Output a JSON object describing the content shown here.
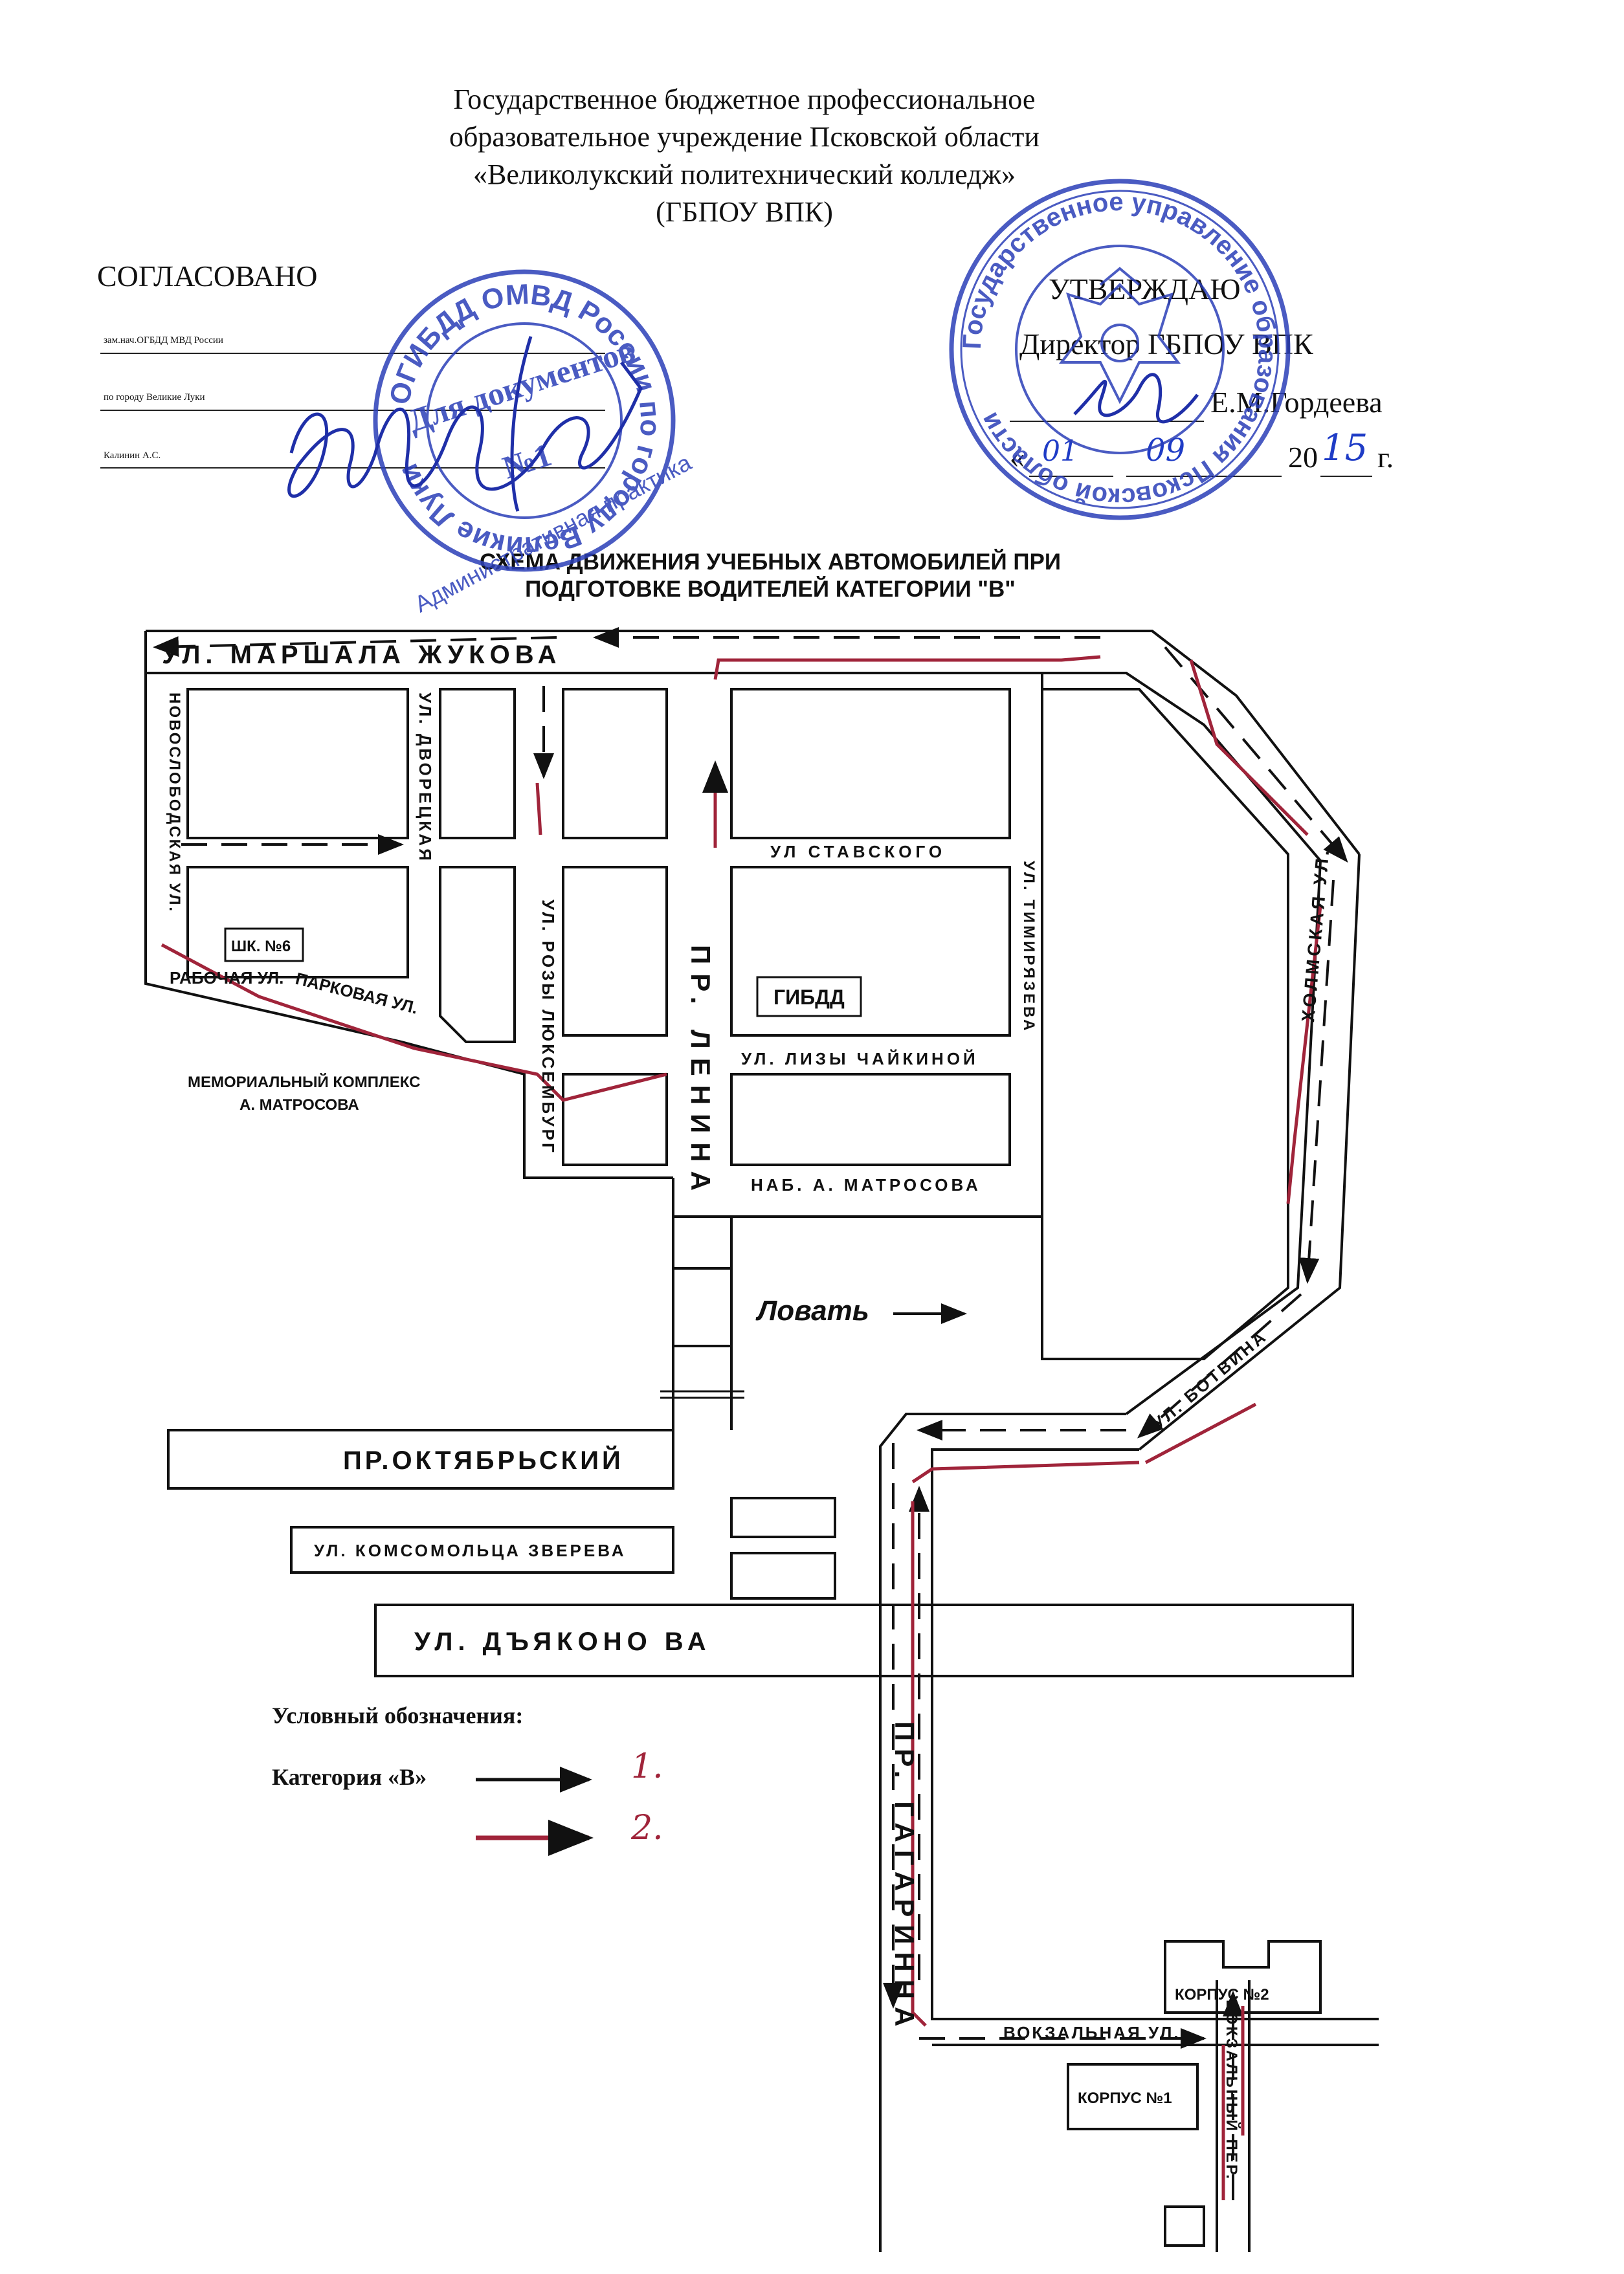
{
  "header": {
    "line1": "Государственное бюджетное профессиональное",
    "line2": "образовательное учреждение Псковской области",
    "line3": "«Великолукский политехнический колледж»",
    "line4": "(ГБПОУ ВПК)"
  },
  "agreed": {
    "label": "СОГЛАСОВАНО",
    "position1": "зам.нач.ОГБДД МВД России",
    "position2": "по городу Великие Луки",
    "name": "Калинин А.С."
  },
  "approved": {
    "label": "УТВЕРЖДАЮ",
    "position": "Директор ГБПОУ ВПК",
    "name": "Е.М.Гордеева",
    "date_prefix": "«",
    "date_day": "01",
    "date_month": "09",
    "date_year_prefix": "20",
    "date_year_suffix": "15",
    "date_suffix": "г."
  },
  "stamp_left": {
    "ring_text": "ОГИБДД ОМВД России по городу Великие Луки",
    "center_text": "Для документов",
    "number": "№1",
    "bottom_text": "Административная практика"
  },
  "stamp_right": {
    "ring_text": "Государственное управление образования Псковской области"
  },
  "map_title": {
    "line1": "СХЕМА ДВИЖЕНИЯ УЧЕБНЫХ АВТОМОБИЛЕЙ  ПРИ",
    "line2": "ПОДГОТОВКЕ ВОДИТЕЛЕЙ КАТЕГОРИИ \"В\""
  },
  "streets": {
    "zhukova": "УЛ.  МАРШАЛА  ЖУКОВА",
    "dvoretskaya": "УЛ. ДВОРЕЦКАЯ",
    "novoslobodskaya": "НОВОСЛОБОДСКАЯ УЛ.",
    "rabochaya": "РАБОЧАЯ УЛ.",
    "parkovaya": "ПАРКОВАЯ УЛ.",
    "rozy": "УЛ. РОЗЫ  ЛЮКСЕМБУРГ",
    "lenina": "ПР.  ЛЕНИНА",
    "stavskogo": "УЛ  СТАВСКОГО",
    "timiryazeva": "УЛ. ТИМИРЯЗЕВА",
    "chaikinoy": "УЛ. ЛИЗЫ  ЧАЙКИНОЙ",
    "matrosova": "НАБ.  А. МАТРОСОВА",
    "kholmskaya": "ХОЛМСКАЯ  УЛ.",
    "botvina": "УЛ. БОТВИНА",
    "oktyabrsky": "ПР.ОКТЯБРЬСКИЙ",
    "zvereva": "УЛ.  КОМСОМОЛЬЦА  ЗВЕРЕВА",
    "dyakonova": "УЛ.  ДЪЯКОНО ВА",
    "gagarina": "ПР. ГАГАРИННА",
    "vokzalnaya": "ВОКЗАЛЬНАЯ  УЛ.",
    "vokzalny_per": "ВОКЗАЛЬНЫЙ  ПЕР."
  },
  "landmarks": {
    "school": "ШК. №6",
    "gibdd": "ГИБДД",
    "memorial1": "МЕМОРИАЛЬНЫЙ КОМПЛЕКС",
    "memorial2": "А. МАТРОСОВА",
    "river": "Ловать",
    "korpus2": "КОРПУС №2",
    "korpus1": "КОРПУС №1"
  },
  "legend": {
    "title": "Условный обозначения:",
    "category": "Категория  «В»",
    "mark1": "1.",
    "mark2": "2."
  },
  "colors": {
    "route1": "#111111",
    "route2": "#a0243a",
    "ink_blue": "#1f3cc6"
  }
}
